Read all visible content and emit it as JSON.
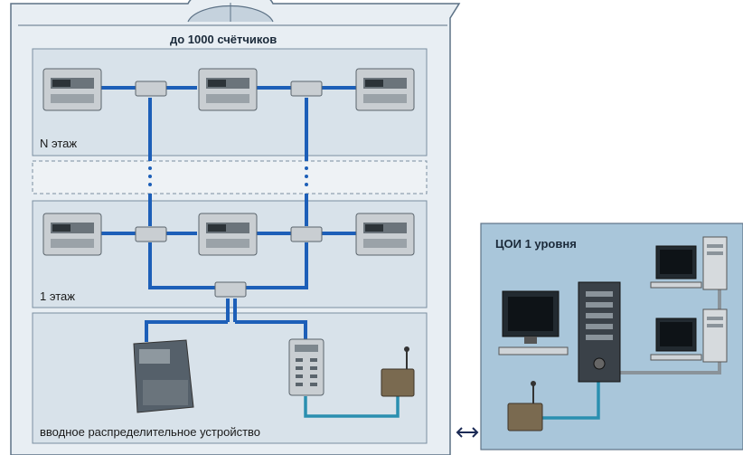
{
  "building": {
    "title": "до 1000 счётчиков",
    "floor_n_label": "N этаж",
    "floor_1_label": "1 этаж",
    "vru_label": "вводное распределительное устройство"
  },
  "coi": {
    "title": "ЦОИ 1 уровня"
  },
  "colors": {
    "bus_blue": "#1d5fb8",
    "link_teal": "#2a8fb0",
    "lan_gray": "#8a939a",
    "panel_bg": "#d8e2ea",
    "coi_bg": "#a9c6da"
  }
}
